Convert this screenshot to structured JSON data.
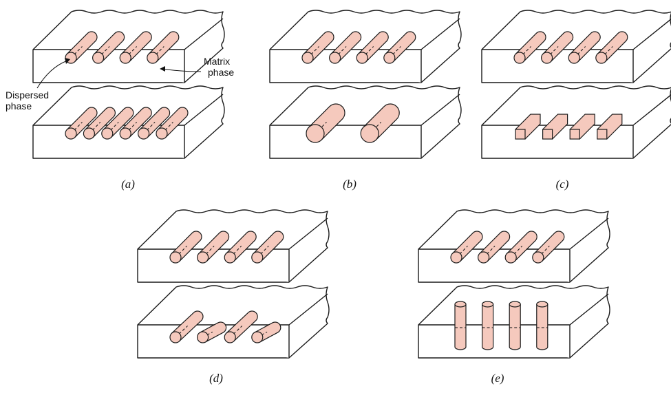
{
  "colors": {
    "fiber_fill": "#f5c9bd",
    "outline": "#1a1a1a",
    "background": "#ffffff"
  },
  "callouts": {
    "matrix_line1": "Matrix",
    "matrix_line2": "phase",
    "dispersed_line1": "Dispersed",
    "dispersed_line2": "phase"
  },
  "panels": [
    {
      "id": "a",
      "caption": "(a)",
      "top_block": {
        "fibers": 4,
        "shape": "cylinder",
        "size": "normal",
        "orientation": "aligned"
      },
      "bottom_block": {
        "fibers": 6,
        "shape": "cylinder",
        "size": "normal",
        "orientation": "aligned"
      }
    },
    {
      "id": "b",
      "caption": "(b)",
      "top_block": {
        "fibers": 4,
        "shape": "cylinder",
        "size": "normal",
        "orientation": "aligned"
      },
      "bottom_block": {
        "fibers": 2,
        "shape": "cylinder",
        "size": "large",
        "orientation": "aligned"
      }
    },
    {
      "id": "c",
      "caption": "(c)",
      "top_block": {
        "fibers": 4,
        "shape": "cylinder",
        "size": "normal",
        "orientation": "aligned"
      },
      "bottom_block": {
        "fibers": 4,
        "shape": "square prism",
        "size": "normal",
        "orientation": "aligned"
      }
    },
    {
      "id": "d",
      "caption": "(d)",
      "top_block": {
        "fibers": 4,
        "shape": "cylinder",
        "size": "normal",
        "orientation": "aligned"
      },
      "bottom_block": {
        "fibers": 4,
        "shape": "cylinder",
        "size": "normal",
        "orientation": "misaligned"
      }
    },
    {
      "id": "e",
      "caption": "(e)",
      "top_block": {
        "fibers": 4,
        "shape": "cylinder",
        "size": "normal",
        "orientation": "horizontal"
      },
      "bottom_block": {
        "fibers": 4,
        "shape": "cylinder",
        "size": "normal",
        "orientation": "vertical"
      }
    }
  ]
}
